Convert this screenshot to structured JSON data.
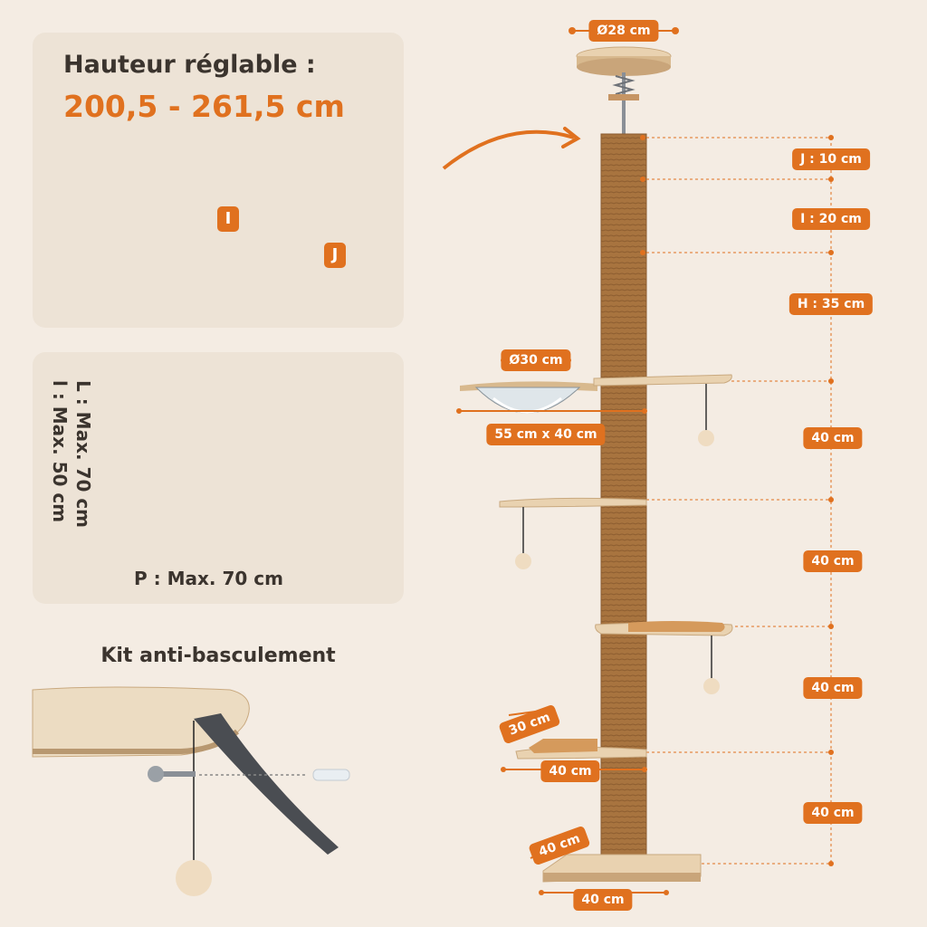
{
  "height_panel": {
    "title": "Hauteur réglable :",
    "range": "200,5 - 261,5 cm",
    "label_i": "I",
    "label_j": "J"
  },
  "dimensions_panel": {
    "width": "L : Max. 70 cm",
    "breadth": "l : Max. 50 cm",
    "depth": "P : Max. 70 cm"
  },
  "kit_panel": {
    "title": "Kit anti-basculement"
  },
  "measurements": {
    "top_diameter": "Ø28 cm",
    "j_height": "J : 10 cm",
    "i_height": "I : 20 cm",
    "h_height": "H : 35 cm",
    "bowl_diameter": "Ø30 cm",
    "platform_size": "55 cm x 40 cm",
    "gap_1": "40 cm",
    "gap_2": "40 cm",
    "gap_3": "40 cm",
    "gap_4": "40 cm",
    "step_depth": "30 cm",
    "step_width": "40 cm",
    "base_depth": "40 cm",
    "base_width": "40 cm"
  },
  "colors": {
    "accent": "#e0711f",
    "text": "#3b342e",
    "panel": "#ede3d6",
    "background": "#f4ece3",
    "sisal": "#a8743f",
    "wood": "#e9d2b0"
  }
}
